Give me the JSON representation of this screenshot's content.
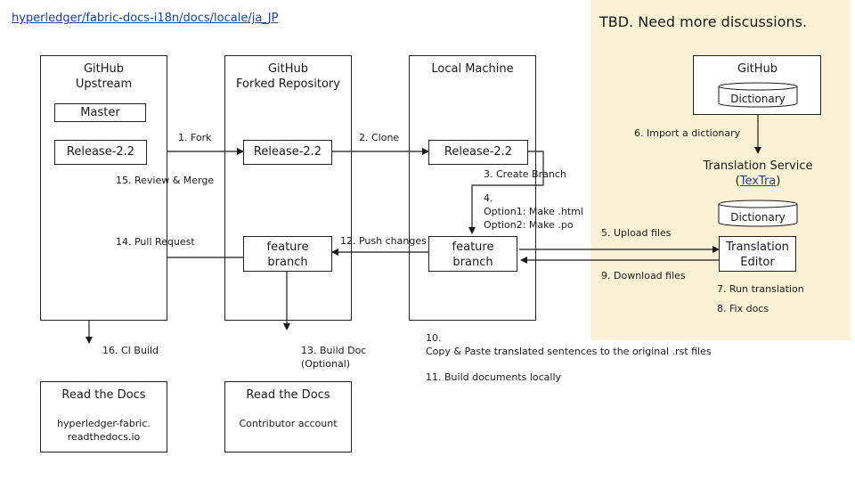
{
  "header": {
    "link_text": "hyperledger/fabric-docs-i18n/docs/locale/ja_JP",
    "tbd_note": "TBD. Need more discussions."
  },
  "colors": {
    "yellow_panel": "#fbf1d4",
    "line": "#1a1a1a",
    "link": "#1f3f9a"
  },
  "columns": {
    "upstream": {
      "title_1": "GitHub",
      "title_2": "Upstream",
      "master": "Master",
      "release": "Release-2.2"
    },
    "forked": {
      "title_1": "GitHub",
      "title_2": "Forked Repository",
      "release": "Release-2.2",
      "feature_1": "feature",
      "feature_2": "branch"
    },
    "local": {
      "title": "Local Machine",
      "release": "Release-2.2",
      "feature_1": "feature",
      "feature_2": "branch"
    },
    "github_dict": {
      "title": "GitHub",
      "dictionary": "Dictionary"
    }
  },
  "service": {
    "title_1": "Translation Service",
    "title_2_open": "(",
    "title_2_link": "TexTra",
    "title_2_close": ")",
    "dictionary": "Dictionary",
    "editor_1": "Translation",
    "editor_2": "Editor"
  },
  "steps": {
    "s1": "1. Fork",
    "s2": "2. Clone",
    "s3": "3. Create Branch",
    "s4_1": "4.",
    "s4_2": "Option1: Make .html",
    "s4_3": "Option2: Make .po",
    "s5": "5. Upload files",
    "s6": "6. Import a dictionary",
    "s7": "7. Run translation",
    "s8": "8. Fix docs",
    "s9": "9. Download files",
    "s10_1": "10.",
    "s10_2": "Copy & Paste translated sentences to the original .rst files",
    "s11": "11. Build documents locally",
    "s12": "12. Push changes",
    "s13_1": "13. Build Doc",
    "s13_2": "(Optional)",
    "s14": "14. Pull Request",
    "s15": "15. Review & Merge",
    "s16": "16. CI Build"
  },
  "rtd": {
    "official": {
      "title": "Read the Docs",
      "line_1": "hyperledger-fabric.",
      "line_2": "readthedocs.io"
    },
    "contrib": {
      "title": "Read the Docs",
      "line_1": "Contributor account"
    }
  }
}
